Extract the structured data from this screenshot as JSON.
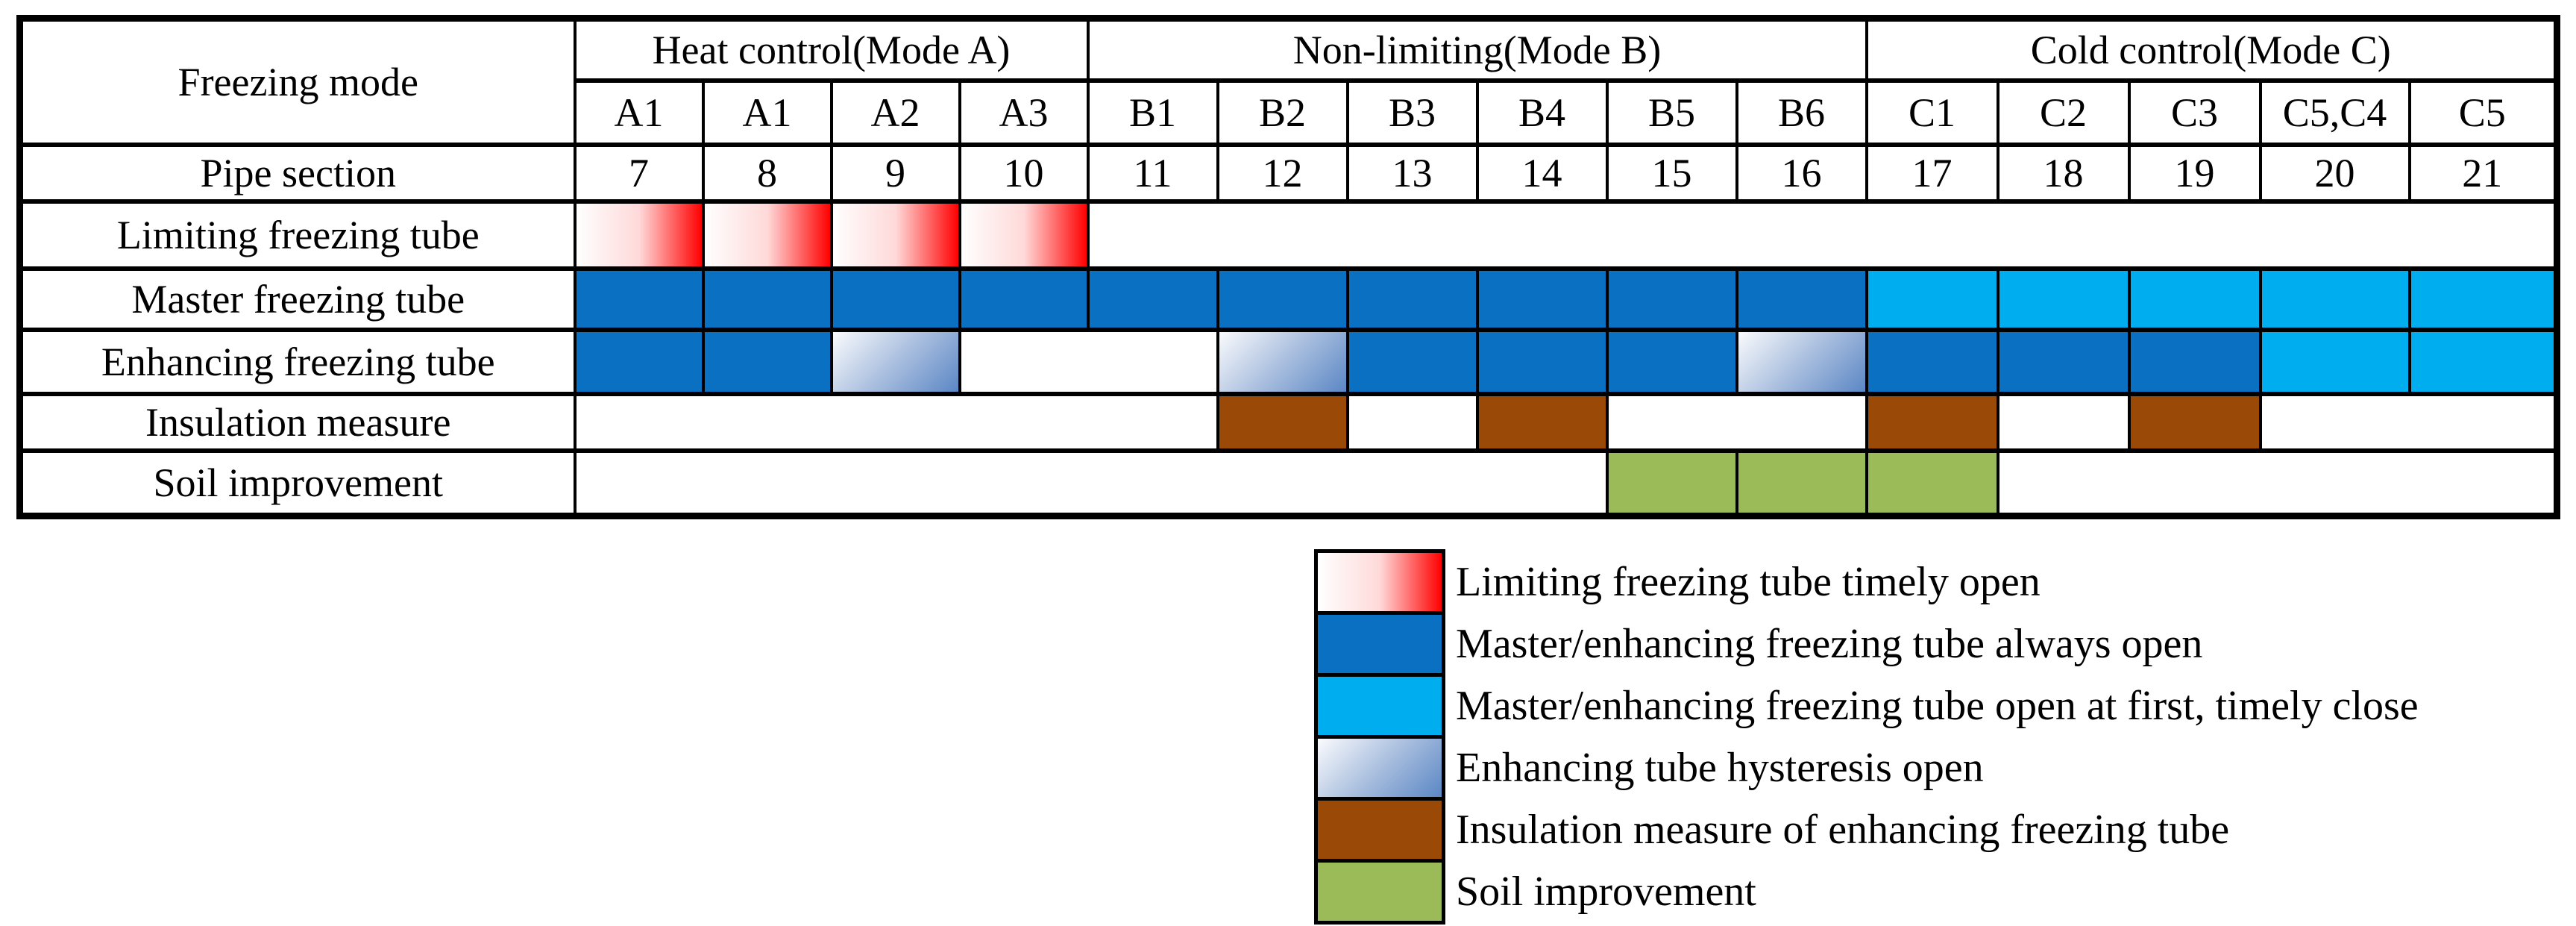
{
  "fills": {
    "timely_open": {
      "gradient": [
        "#ffffff",
        "#ffd9d9",
        "#ff0000"
      ],
      "angle": "90deg"
    },
    "always_open": {
      "color": "#0a70c2"
    },
    "timely_close": {
      "color": "#00aeef"
    },
    "hysteresis": {
      "gradient": [
        "#fafbfd",
        "#aabfdf",
        "#5b87c5"
      ],
      "angle": "135deg"
    },
    "insulation": {
      "color": "#9a4a06"
    },
    "soil": {
      "color": "#9bbb59"
    }
  },
  "chart_data": {
    "type": "table",
    "corner_label": "Freezing mode",
    "pipe_label": "Pipe section",
    "mode_groups": [
      {
        "label": "Heat control(Mode A)",
        "span": 4
      },
      {
        "label": "Non-limiting(Mode B)",
        "span": 6
      },
      {
        "label": "Cold control(Mode C)",
        "span": 5
      }
    ],
    "mode_cells": [
      "A1",
      "A1",
      "A2",
      "A3",
      "B1",
      "B2",
      "B3",
      "B4",
      "B5",
      "B6",
      "C1",
      "C2",
      "C3",
      "C5,C4",
      "C5"
    ],
    "pipe_cells": [
      "7",
      "8",
      "9",
      "10",
      "11",
      "12",
      "13",
      "14",
      "15",
      "16",
      "17",
      "18",
      "19",
      "20",
      "21"
    ],
    "body_rows": [
      {
        "label": "Limiting freezing tube",
        "fills_by_pipe_section": [
          "timely_open",
          "timely_open",
          "timely_open",
          "timely_open",
          "none",
          "none",
          "none",
          "none",
          "none",
          "none",
          "none",
          "none",
          "none",
          "none",
          "none"
        ]
      },
      {
        "label": "Master freezing tube",
        "fills_by_pipe_section": [
          "always_open",
          "always_open",
          "always_open",
          "always_open",
          "always_open",
          "always_open",
          "always_open",
          "always_open",
          "always_open",
          "always_open",
          "timely_close",
          "timely_close",
          "timely_close",
          "timely_close",
          "timely_close"
        ]
      },
      {
        "label": "Enhancing freezing tube",
        "fills_by_pipe_section": [
          "always_open",
          "always_open",
          "hysteresis",
          "none",
          "none",
          "hysteresis",
          "always_open",
          "always_open",
          "always_open",
          "hysteresis",
          "always_open",
          "always_open",
          "always_open",
          "timely_close",
          "timely_close"
        ]
      },
      {
        "label": "Insulation measure",
        "fills_by_pipe_section": [
          "none",
          "none",
          "none",
          "none",
          "none",
          "insulation",
          "none",
          "insulation",
          "none",
          "none",
          "insulation",
          "none",
          "insulation",
          "none",
          "none"
        ]
      },
      {
        "label": "Soil improvement",
        "fills_by_pipe_section": [
          "none",
          "none",
          "none",
          "none",
          "none",
          "none",
          "none",
          "none",
          "soil",
          "soil",
          "soil",
          "none",
          "none",
          "none",
          "none"
        ]
      }
    ]
  },
  "legend": {
    "items": [
      {
        "fill": "timely_open",
        "label": "Limiting freezing tube timely open"
      },
      {
        "fill": "always_open",
        "label": "Master/enhancing freezing tube always open"
      },
      {
        "fill": "timely_close",
        "label": "Master/enhancing freezing tube open at first, timely close"
      },
      {
        "fill": "hysteresis",
        "label": "Enhancing tube hysteresis open"
      },
      {
        "fill": "insulation",
        "label": "Insulation measure of enhancing freezing tube"
      },
      {
        "fill": "soil",
        "label": "Soil improvement"
      }
    ]
  }
}
